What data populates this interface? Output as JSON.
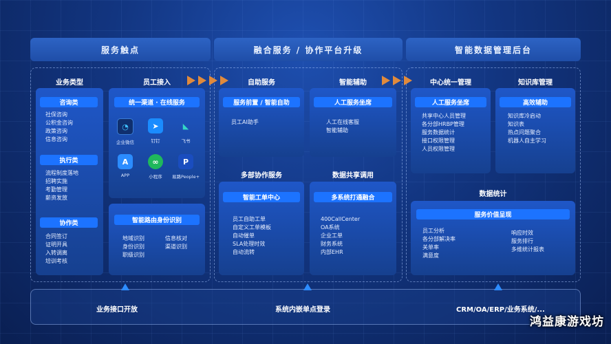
{
  "headers": [
    "服务触点",
    "融合服务 / 协作平台升级",
    "智能数据管理后台"
  ],
  "col1": {
    "business_types": {
      "title": "业务类型",
      "groups": [
        {
          "label": "咨询类",
          "items": [
            "社保咨询",
            "公积金咨询",
            "政策咨询",
            "信息咨询"
          ]
        },
        {
          "label": "执行类",
          "items": [
            "流程制度落地",
            "招聘实施",
            "考勤管理",
            "薪资发放"
          ]
        },
        {
          "label": "协作类",
          "items": [
            "合同签订",
            "证明开具",
            "入转调离",
            "培训考核"
          ]
        }
      ]
    },
    "employee_access": {
      "title": "员工接入",
      "channel_label": "统一渠道 · 在线服务",
      "apps": [
        {
          "name": "企业微信",
          "icon": "wecom-icon"
        },
        {
          "name": "钉钉",
          "icon": "dingtalk-icon"
        },
        {
          "name": "飞书",
          "icon": "feishu-icon"
        },
        {
          "name": "APP",
          "icon": "appstore-icon"
        },
        {
          "name": "小程序",
          "icon": "miniprogram-icon"
        },
        {
          "name": "易路People+",
          "icon": "people-plus-icon"
        }
      ],
      "routing_label": "智能路由身份识别",
      "routing_items_left": [
        "地域识别",
        "身份识别",
        "职级识别"
      ],
      "routing_items_right": [
        "信息核对",
        "渠道识别"
      ]
    }
  },
  "col2": {
    "self_service": {
      "title": "自助服务",
      "pill": "服务前置 / 智能自助",
      "items": [
        "员工AI助手"
      ]
    },
    "smart_assist": {
      "title": "智能辅助",
      "pill": "人工服务坐席",
      "items": [
        "人工在线客服",
        "智能辅助"
      ]
    },
    "multi_collab": {
      "title": "多部协作服务",
      "pill": "智能工单中心",
      "items": [
        "员工自助工单",
        "自定义工单模板",
        "自动催单",
        "SLA处理时效",
        "自动流转"
      ]
    },
    "data_share": {
      "title": "数据共享调用",
      "pill": "多系统打通融合",
      "items": [
        "400CallCenter",
        "OA系统",
        "企业工单",
        "财务系统",
        "内部EHR"
      ]
    }
  },
  "col3": {
    "central": {
      "title": "中心统一管理",
      "pill": "人工服务坐席",
      "items": [
        "共享中心人员管理",
        "各分部HRBP管理",
        "服务数据统计",
        "接口权限管理",
        "人员权限管理"
      ]
    },
    "knowledge": {
      "title": "知识库管理",
      "pill": "高效辅助",
      "items": [
        "知识库冷启动",
        "知识表",
        "热点问题聚合",
        "机器人自主学习"
      ]
    },
    "stats": {
      "title": "数据统计",
      "pill": "服务价值呈现",
      "items_left": [
        "员工分析",
        "各分部解决率",
        "关单率",
        "满意度"
      ],
      "items_right": [
        "响应时效",
        "服务排行",
        "多维统计报表"
      ]
    }
  },
  "bottom": [
    "业务接口开放",
    "系统内嵌单点登录",
    "CRM/OA/ERP/业务系统/..."
  ],
  "watermark": "鸿益康游戏坊",
  "colors": {
    "arrow": "#e08a3c",
    "pill": "#1c73ff",
    "triangle": "#2d8cff"
  }
}
